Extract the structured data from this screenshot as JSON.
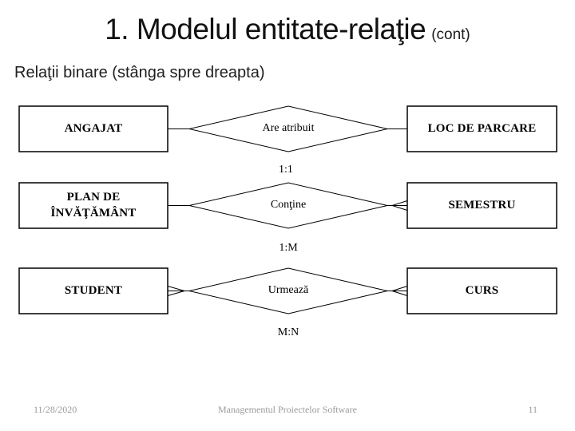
{
  "slide": {
    "title": "1. Modelul entitate-relaţie",
    "title_suffix": "(cont)",
    "subtitle": "Relaţii binare (stânga spre dreapta)"
  },
  "diagram": {
    "type": "entity-relationship",
    "rows": [
      {
        "left_entity": "ANGAJAT",
        "relationship": "Are atribuit",
        "right_entity": "LOC DE PARCARE",
        "cardinality": "1:1",
        "left_many": false,
        "right_many": false
      },
      {
        "left_entity": "PLAN DE\nÎNVĂŢĂMÂNT",
        "relationship": "Conţine",
        "right_entity": "SEMESTRU",
        "cardinality": "1:M",
        "left_many": false,
        "right_many": true
      },
      {
        "left_entity": "STUDENT",
        "relationship": "Urmează",
        "right_entity": "CURS",
        "cardinality": "M:N",
        "left_many": true,
        "right_many": true
      }
    ]
  },
  "footer": {
    "date": "11/28/2020",
    "center": "Managementul Proiectelor Software",
    "page": "11"
  },
  "colors": {
    "background": "#ffffff",
    "line": "#000000",
    "title_text": "#111111",
    "footer_text": "#9a9a9a"
  }
}
